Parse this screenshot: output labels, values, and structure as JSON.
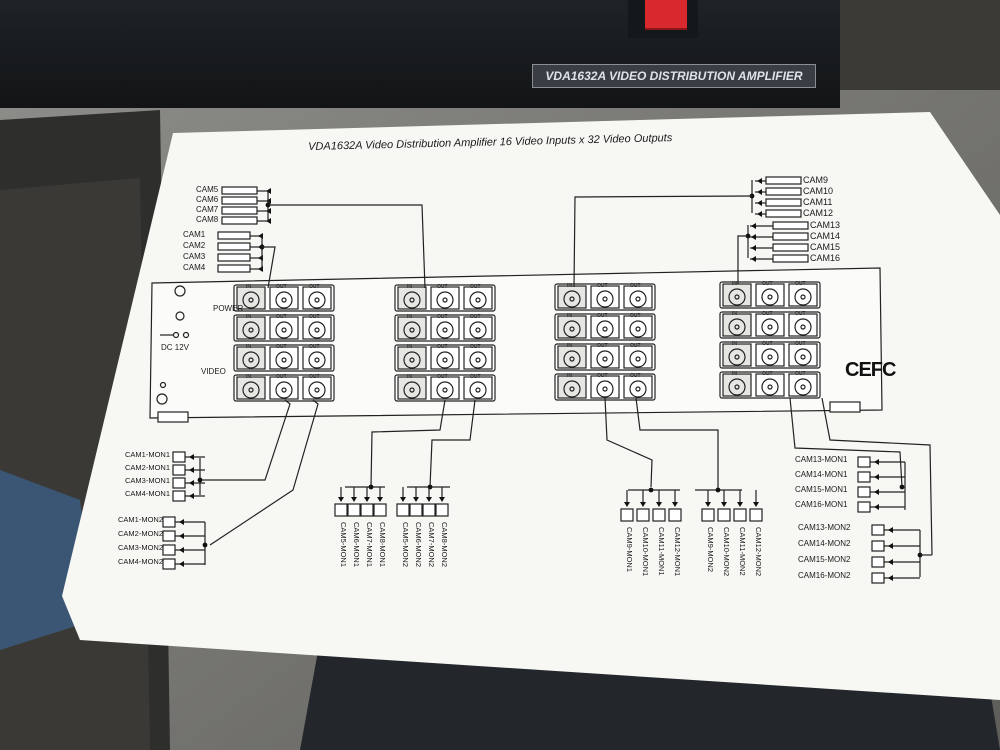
{
  "device": {
    "label": "VDA1632A VIDEO DISTRIBUTION AMPLIFIER",
    "switch_color": "#d82a2e"
  },
  "sheet": {
    "title": "VDA1632A Video Distribution Amplifier 16 Video  Inputs x 32 Video Outputs",
    "panel": {
      "power_label": "POWER",
      "dc_label": "DC 12V",
      "video_label": "VIDEO",
      "cert_mark": "CEFC",
      "port_in": "IN",
      "port_out": "OUT"
    },
    "inputs_left": {
      "group_a": [
        "CAM5",
        "CAM6",
        "CAM7",
        "CAM8"
      ],
      "group_b": [
        "CAM1",
        "CAM2",
        "CAM3",
        "CAM4"
      ]
    },
    "inputs_right": {
      "group_a": [
        "CAM9",
        "CAM10",
        "CAM11",
        "CAM12"
      ],
      "group_b": [
        "CAM13",
        "CAM14",
        "CAM15",
        "CAM16"
      ]
    },
    "outputs": {
      "left_mon1": [
        "CAM1-MON1",
        "CAM2-MON1",
        "CAM3-MON1",
        "CAM4-MON1"
      ],
      "left_mon2": [
        "CAM1-MON2",
        "CAM2-MON2",
        "CAM3-MON2",
        "CAM4-MON2"
      ],
      "mid_left": [
        "CAM5-MON1",
        "CAM6-MON1",
        "CAM7-MON1",
        "CAM8-MON1",
        "CAM5-MON2",
        "CAM6-MON2",
        "CAM7-MON2",
        "CAM8-MON2"
      ],
      "mid_right": [
        "CAM9-MON1",
        "CAM10-MON1",
        "CAM11-MON1",
        "CAM12-MON1",
        "CAM9-MON2",
        "CAM10-MON2",
        "CAM11-MON2",
        "CAM12-MON2"
      ],
      "right_mon1": [
        "CAM13-MON1",
        "CAM14-MON1",
        "CAM15-MON1",
        "CAM16-MON1"
      ],
      "right_mon2": [
        "CAM13-MON2",
        "CAM14-MON2",
        "CAM15-MON2",
        "CAM16-MON2"
      ]
    }
  }
}
